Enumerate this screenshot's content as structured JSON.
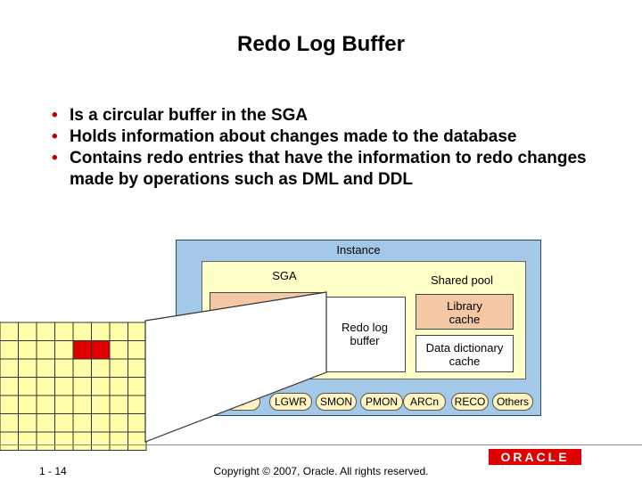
{
  "slide": {
    "title": "Redo Log Buffer",
    "bullets": [
      "Is a circular buffer in the SGA",
      "Holds information about changes made to the database",
      "Contains redo entries that have the information to redo changes made by operations such as DML and DDL"
    ]
  },
  "diagram": {
    "instance_label": "Instance",
    "sga_label": "SGA",
    "shared_pool_label": "Shared pool",
    "redo_buffer_label": "Redo log buffer",
    "library_cache_label": "Library cache",
    "data_dictionary_label": "Data dictionary cache",
    "processes": [
      "T",
      "LGWR",
      "SMON",
      "PMON",
      "ARCn",
      "RECO",
      "Others"
    ],
    "colors": {
      "instance": "#a4c8e8",
      "sga": "#ffffc8",
      "buffer_cache": "#f4c8a4",
      "grid_cell": "#ffffaa",
      "highlight_cell": "#e00000"
    }
  },
  "footer": {
    "page_number": "1 - 14",
    "copyright": "Copyright © 2007, Oracle. All rights reserved.",
    "logo_text": "ORACLE"
  }
}
